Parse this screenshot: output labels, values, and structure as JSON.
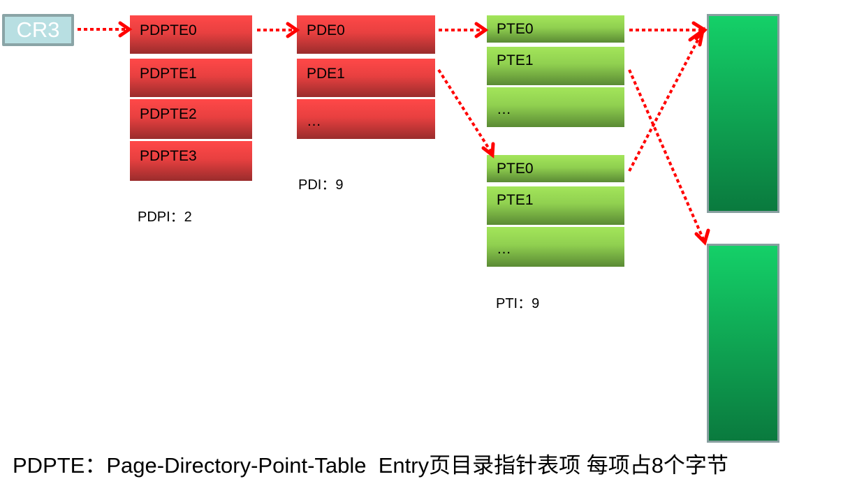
{
  "cr3": "CR3",
  "pdpt": {
    "entries": [
      "PDPTE0",
      "PDPTE1",
      "PDPTE2",
      "PDPTE3"
    ],
    "index_label": "PDPI：2"
  },
  "pd": {
    "entries": [
      "PDE0",
      "PDE1",
      "…"
    ],
    "index_label": "PDI：9"
  },
  "pt1": {
    "entries": [
      "PTE0",
      "PTE1",
      "…"
    ]
  },
  "pt2": {
    "entries": [
      "PTE0",
      "PTE1",
      "…"
    ],
    "index_label": "PTI：9"
  },
  "footer": "PDPTE：Page-Directory-Point-Table  Entry页目录指针表项 每项占8个字节",
  "colors": {
    "arrow": "#ff0000",
    "table_red": "#ff4848",
    "table_green": "#a3e55a",
    "page_green": "#14d068"
  }
}
